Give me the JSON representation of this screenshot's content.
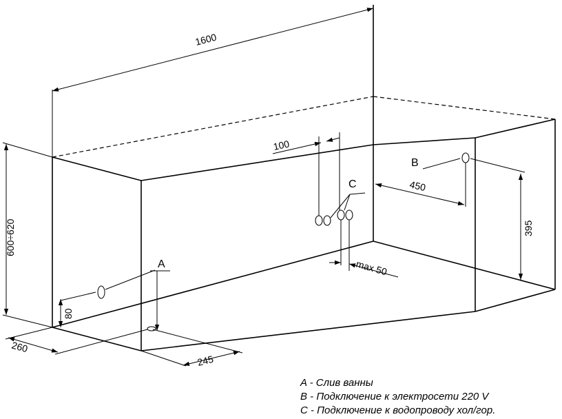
{
  "dimensions": {
    "length": "1600",
    "height": "600÷620",
    "offset_c": "100",
    "offset_b": "450",
    "height_b": "395",
    "max_c": "max 50",
    "height_a": "80",
    "depth_a": "260",
    "width_a": "245"
  },
  "callouts": {
    "a": "A",
    "b": "B",
    "c": "C"
  },
  "legend": {
    "a": "A - Слив ванны",
    "b": "B - Подключение к электросети 220 V",
    "c": "C - Подключение к водопроводу хол/гор."
  }
}
